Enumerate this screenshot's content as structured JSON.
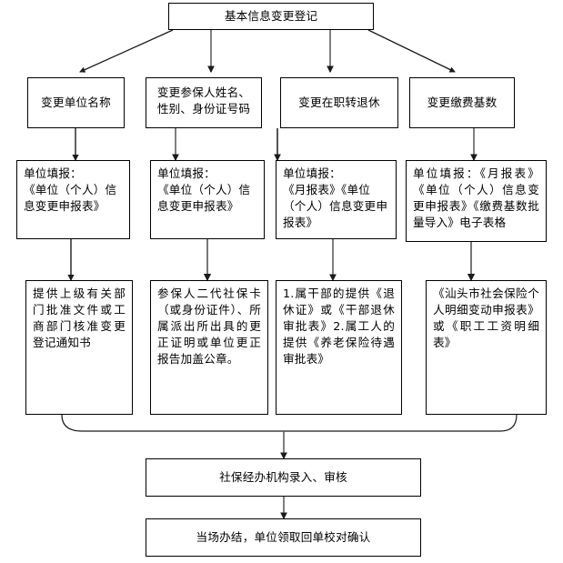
{
  "diagram": {
    "title": "基本信息变更登记",
    "type": "flowchart",
    "orientation": "top-down",
    "stroke_color": "#000000",
    "fill_color": "#ffffff",
    "text_color": "#000000",
    "root": {
      "label": "基本信息变更登记"
    },
    "branches": [
      {
        "category": "变更单位名称",
        "form": "单位填报：\n《单位（个人）信息变更申报表》",
        "documents": "提供上级有关部门批准文件或工商部门核准变更登记通知书"
      },
      {
        "category": "变更参保人姓名、性别、身份证号码",
        "form": "单位填报：\n《单位（个人）信息变更申报表》",
        "documents": "参保人二代社保卡（或身份证件）、所属派出所出具的更正证明或单位更正报告加盖公章。"
      },
      {
        "category": "变更在职转退休",
        "form": "单位填报：\n《月报表》《单位（个人）信息变更申报表》",
        "documents": "1.属干部的提供《退休证》或《干部退休审批表》2.属工人的提供《养老保险待遇审批表》"
      },
      {
        "category": "变更缴费基数",
        "form": "单位填报：《月报表》《单位（个人）信息变更申报表》《缴费基数批量导入》电子表格",
        "documents": "《汕头市社会保险个人明细变动申报表》或《职工工资明细表》"
      }
    ],
    "footer_steps": [
      {
        "label": "社保经办机构录入、审核"
      },
      {
        "label": "当场办结，单位领取回单校对确认"
      }
    ]
  }
}
